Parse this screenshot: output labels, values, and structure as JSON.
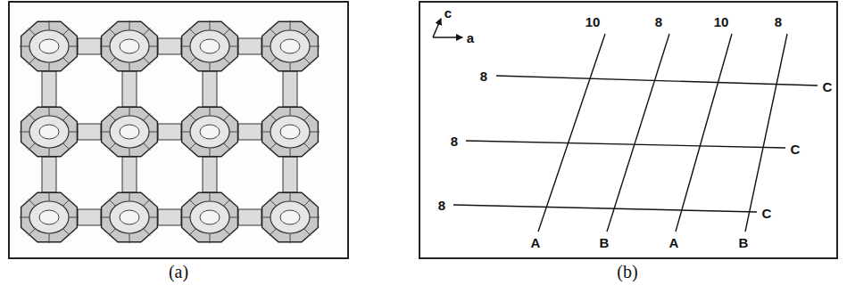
{
  "diagram": {
    "labels": [
      "(a)",
      "(b)",
      "c",
      "a",
      "10",
      "8",
      "10",
      "8",
      "8",
      "8",
      "8",
      "C",
      "C",
      "C",
      "A",
      "B",
      "A",
      "B"
    ]
  }
}
